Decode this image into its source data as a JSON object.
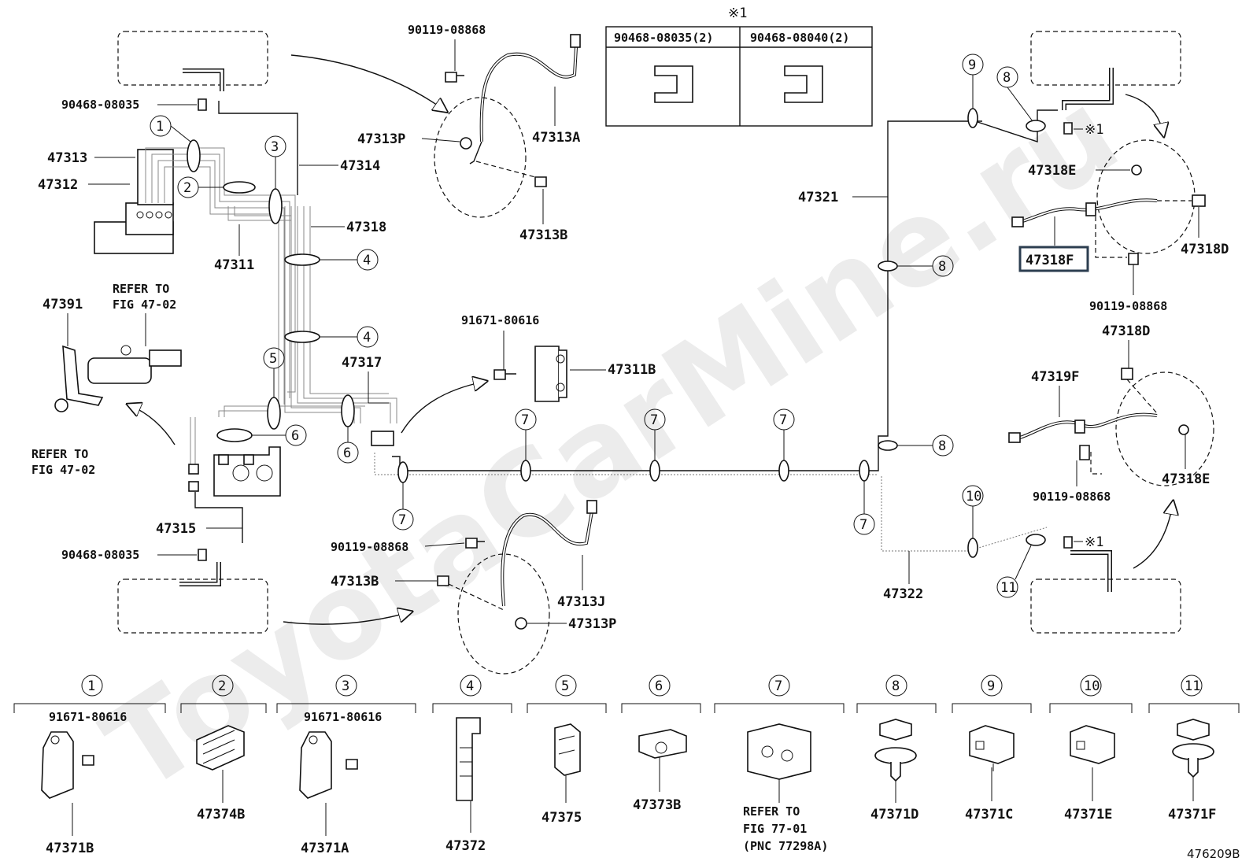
{
  "watermark": "ToyotaCarMine.ru",
  "figure_id": "476209B",
  "note_marker": "※1",
  "header_table": {
    "left": "90468-08035(2)",
    "right": "90468-08040(2)"
  },
  "refer_to_fig_47_02_a": [
    "REFER TO",
    "FIG 47-02"
  ],
  "refer_to_fig_47_02_b": [
    "REFER TO",
    "FIG 47-02"
  ],
  "refer_to_fig_77_01": [
    "REFER TO",
    "FIG 77-01",
    "(PNC 77298A)"
  ],
  "labels": {
    "p90119_a": "90119-08868",
    "p47313A": "47313A",
    "p47313P_top": "47313P",
    "p47313B_top": "47313B",
    "p90468_top": "90468-08035",
    "p47313": "47313",
    "p47312": "47312",
    "p47314": "47314",
    "p47318": "47318",
    "p47311": "47311",
    "p47391": "47391",
    "p47317": "47317",
    "p91671_mid": "91671-80616",
    "p47311B": "47311B",
    "p47315": "47315",
    "p90468_bot": "90468-08035",
    "p90119_b": "90119-08868",
    "p47313B_bot": "47313B",
    "p47313J": "47313J",
    "p47313P_bot": "47313P",
    "p47321": "47321",
    "p47322": "47322",
    "p47318E_top": "47318E",
    "p47318F": "47318F",
    "p47318D_top": "47318D",
    "p90119_c": "90119-08868",
    "p47318D_mid": "47318D",
    "p47319F": "47319F",
    "p47318E_bot": "47318E",
    "p90119_d": "90119-08868"
  },
  "callouts": [
    "1",
    "2",
    "3",
    "4",
    "5",
    "6",
    "7",
    "8",
    "9",
    "10",
    "11"
  ],
  "legend": [
    {
      "num": "1",
      "sub": "91671-80616",
      "part": "47371B"
    },
    {
      "num": "2",
      "sub": "",
      "part": "47374B"
    },
    {
      "num": "3",
      "sub": "91671-80616",
      "part": "47371A"
    },
    {
      "num": "4",
      "sub": "",
      "part": "47372"
    },
    {
      "num": "5",
      "sub": "",
      "part": "47375"
    },
    {
      "num": "6",
      "sub": "",
      "part": "47373B"
    },
    {
      "num": "7",
      "sub": "",
      "part": ""
    },
    {
      "num": "8",
      "sub": "",
      "part": "47371D"
    },
    {
      "num": "9",
      "sub": "",
      "part": "47371C"
    },
    {
      "num": "10",
      "sub": "",
      "part": "47371E"
    },
    {
      "num": "11",
      "sub": "",
      "part": "47371F"
    }
  ],
  "colors": {
    "line": "#111111",
    "highlight_box": "#2c3e50",
    "pipe_bundle": "#888888"
  }
}
